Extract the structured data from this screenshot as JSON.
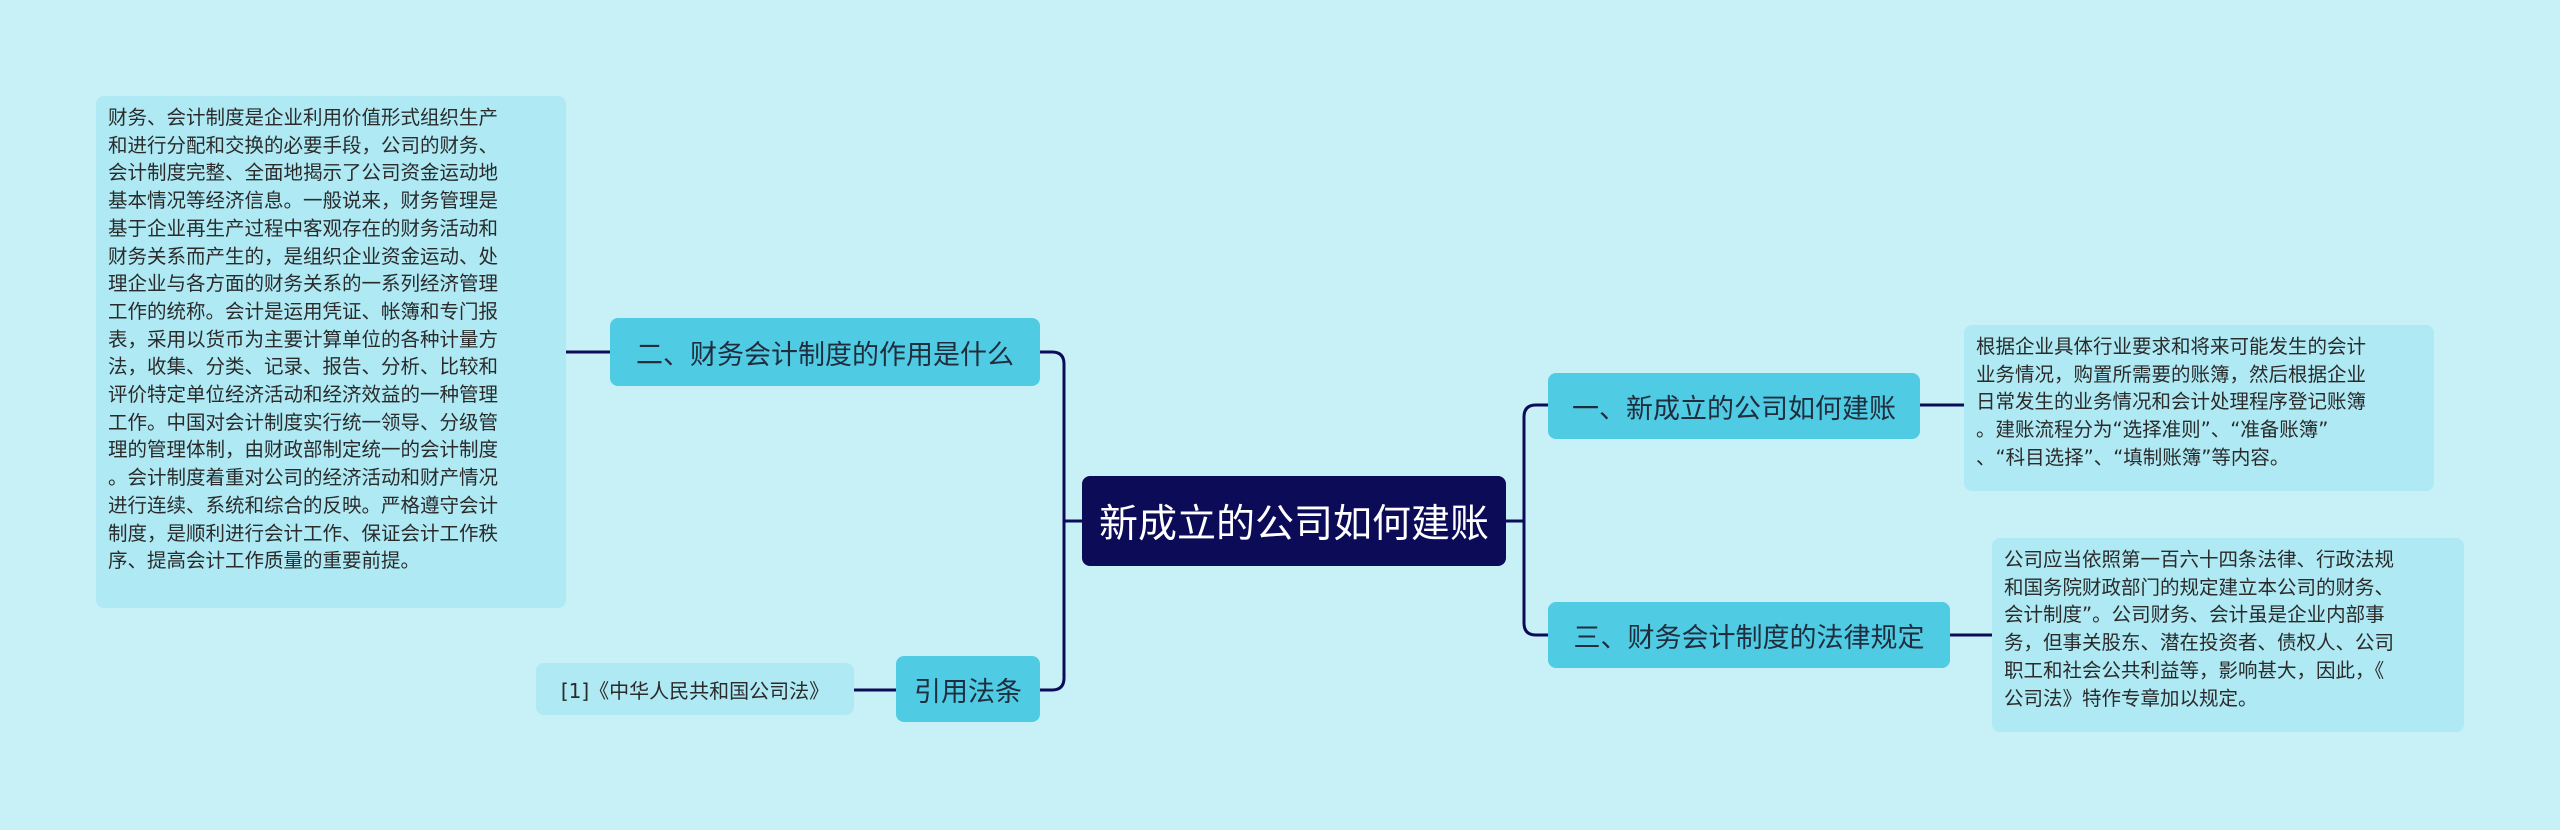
{
  "root": {
    "title": "新成立的公司如何建账"
  },
  "branches": [
    {
      "label": "一、新成立的公司如何建账",
      "side": "right",
      "detail": "根据企业具体行业要求和将来可能发生的会计\n业务情况，购置所需要的账簿，然后根据企业\n日常发生的业务情况和会计处理程序登记账簿\n。建账流程分为“选择准则”、“准备账簿”\n、“科目选择”、“填制账簿”等内容。"
    },
    {
      "label": "三、财务会计制度的法律规定",
      "side": "right",
      "detail": "公司应当依照第一百六十四条法律、行政法规\n和国务院财政部门的规定建立本公司的财务、\n会计制度”。公司财务、会计虽是企业内部事\n务，但事关股东、潜在投资者、债权人、公司\n职工和社会公共利益等，影响甚大，因此，《\n公司法》特作专章加以规定。"
    },
    {
      "label": "二、财务会计制度的作用是什么",
      "side": "left",
      "detail": "财务、会计制度是企业利用价值形式组织生产\n和进行分配和交换的必要手段，公司的财务、\n会计制度完整、全面地揭示了公司资金运动地\n基本情况等经济信息。一般说来，财务管理是\n基于企业再生产过程中客观存在的财务活动和\n财务关系而产生的，是组织企业资金运动、处\n理企业与各方面的财务关系的一系列经济管理\n工作的统称。会计是运用凭证、帐簿和专门报\n表，采用以货币为主要计算单位的各种计量方\n法，收集、分类、记录、报告、分析、比较和\n评价特定单位经济活动和经济效益的一种管理\n工作。中国对会计制度实行统一领导、分级管\n理的管理体制，由财政部制定统一的会计制度\n。会计制度着重对公司的经济活动和财产情况\n进行连续、系统和综合的反映。严格遵守会计\n制度，是顺利进行会计工作、保证会计工作秩\n序、提高会计工作质量的重要前提。"
    },
    {
      "label": "引用法条",
      "side": "left",
      "detail": "[1]《中华人民共和国公司法》"
    }
  ],
  "colors": {
    "background": "#c8f0f7",
    "root_fill": "#0b0b57",
    "branch_fill": "#4fcbe3",
    "leaf_fill": "#aee9f4",
    "connector": "#0b0b57"
  }
}
